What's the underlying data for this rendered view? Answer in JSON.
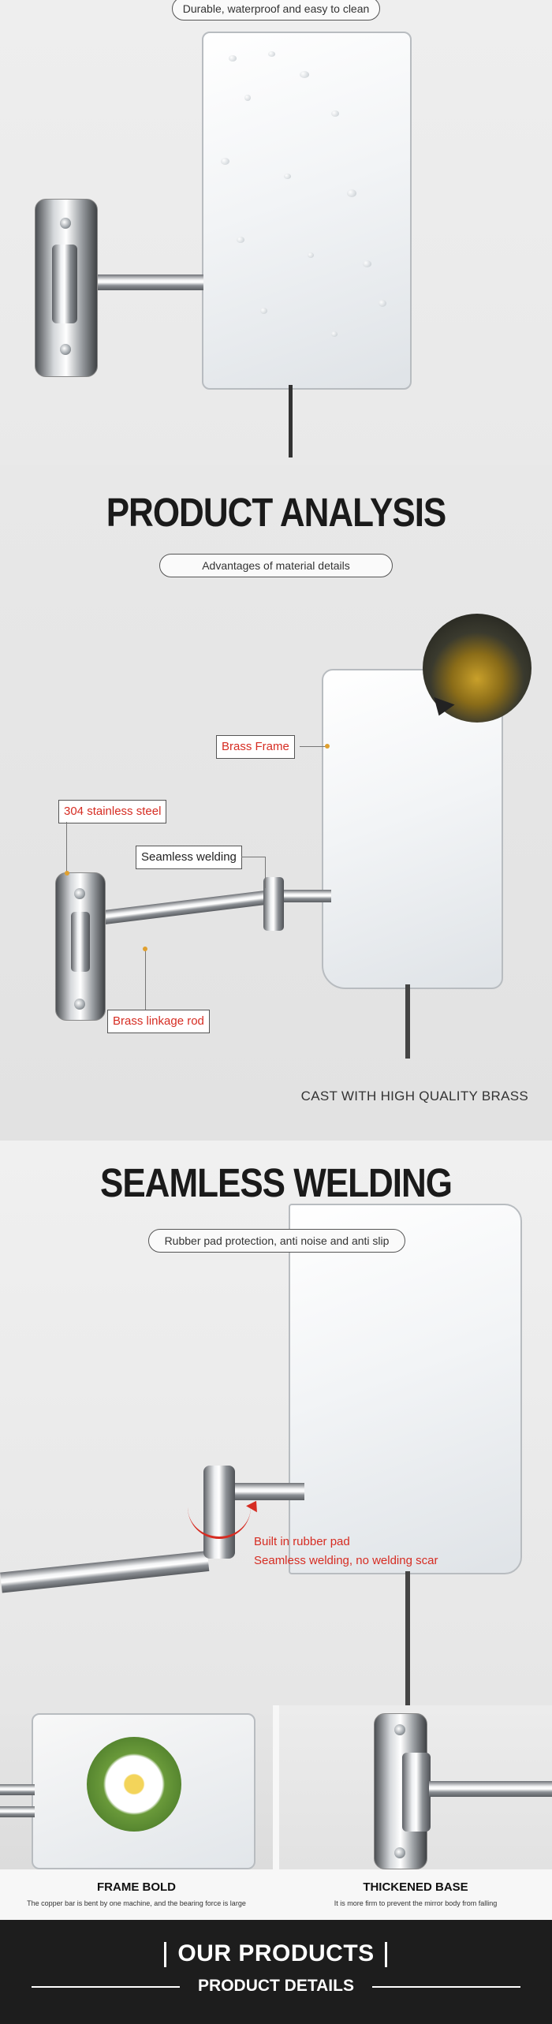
{
  "section1": {
    "pill": "Durable, waterproof and easy to clean"
  },
  "section2": {
    "title": "PRODUCT ANALYSIS",
    "pill": "Advantages of material details",
    "labels": {
      "brass_frame": "Brass Frame",
      "stainless": "304 stainless steel",
      "welding": "Seamless welding",
      "rod": "Brass linkage rod"
    },
    "footer": "CAST WITH HIGH QUALITY BRASS"
  },
  "section3": {
    "title": "SEAMLESS WELDING",
    "pill": "Rubber pad protection, anti noise and anti slip",
    "note1": "Built in rubber pad",
    "note2": "Seamless welding, no welding scar"
  },
  "section4": {
    "card1_title": "FRAME BOLD",
    "card1_sub": "The copper bar is bent by one machine, and the bearing force is large",
    "card2_title": "THICKENED BASE",
    "card2_sub": "It is more firm to prevent the mirror body from falling"
  },
  "section5": {
    "title": "OUR PRODUCTS",
    "subtitle": "PRODUCT DETAILS"
  },
  "colors": {
    "accent_red": "#d62c22",
    "banner_bg": "#1d1d1d",
    "label_dot": "#e0a030"
  }
}
